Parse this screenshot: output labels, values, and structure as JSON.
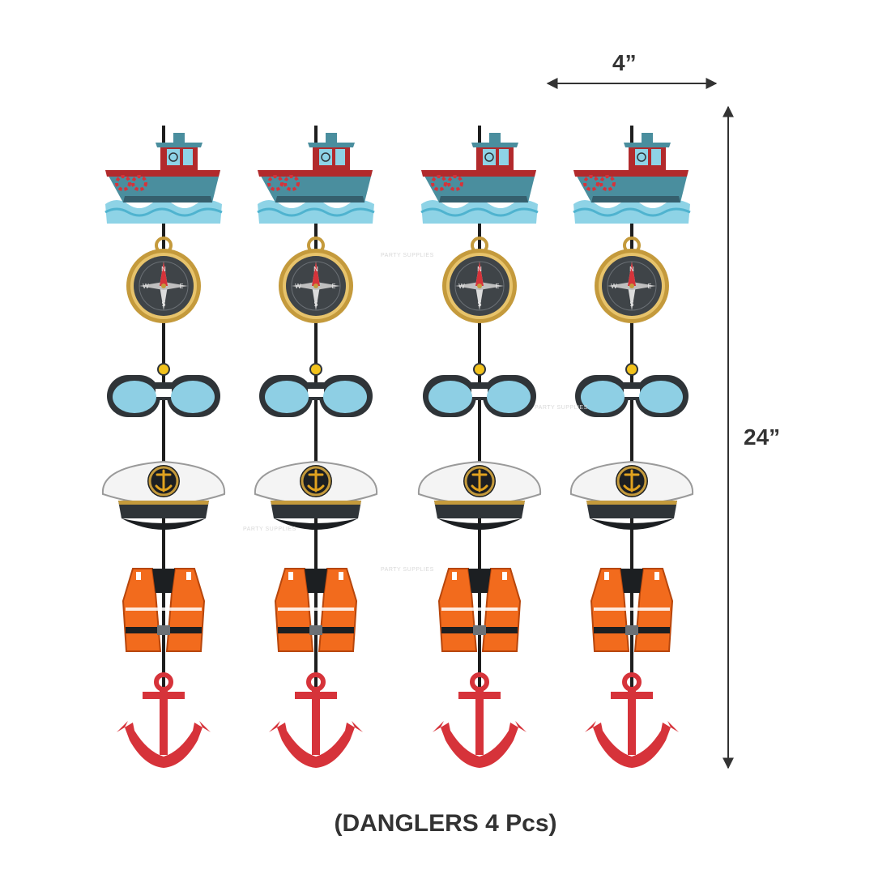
{
  "product": {
    "caption": "(DANGLERS 4 Pcs)",
    "piece_count": 4,
    "dimensions": {
      "width_label": "4”",
      "height_label": "24”"
    },
    "watermark_text": "PARTY SUPPLIES",
    "dangler_items": [
      "boat-icon",
      "compass-icon",
      "binoculars-icon",
      "captain-hat-icon",
      "life-jacket-icon",
      "anchor-icon"
    ],
    "colors": {
      "string": "#1e1e1e",
      "boat_hull": "#4a8e9e",
      "boat_cabin": "#b22a2c",
      "water": "#8ed3e6",
      "compass_rim": "#c49a3c",
      "compass_face": "#3f4448",
      "binocular_lens": "#8ecfe4",
      "binocular_body": "#2f3438",
      "cap_white": "#f4f4f4",
      "cap_band": "#2f3438",
      "life_jacket": "#f26b1d",
      "anchor": "#d6333a",
      "dimension_text": "#333333"
    }
  }
}
